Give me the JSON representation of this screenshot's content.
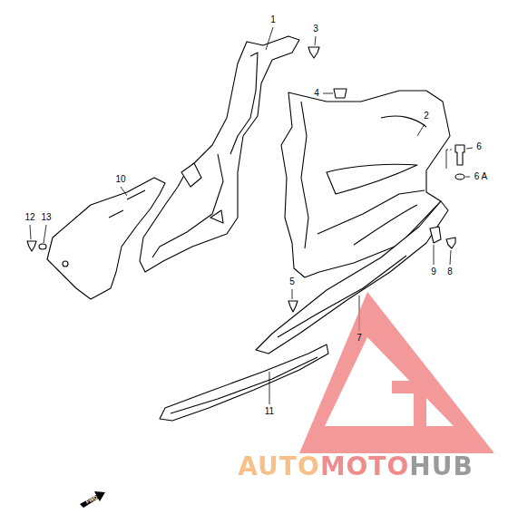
{
  "diagram": {
    "labels": [
      "1",
      "2",
      "3",
      "4",
      "5",
      "6",
      "6 A",
      "7",
      "8",
      "9",
      "10",
      "11",
      "12",
      "13",
      "FWD",
      "AUTOMOTOHUB"
    ]
  }
}
